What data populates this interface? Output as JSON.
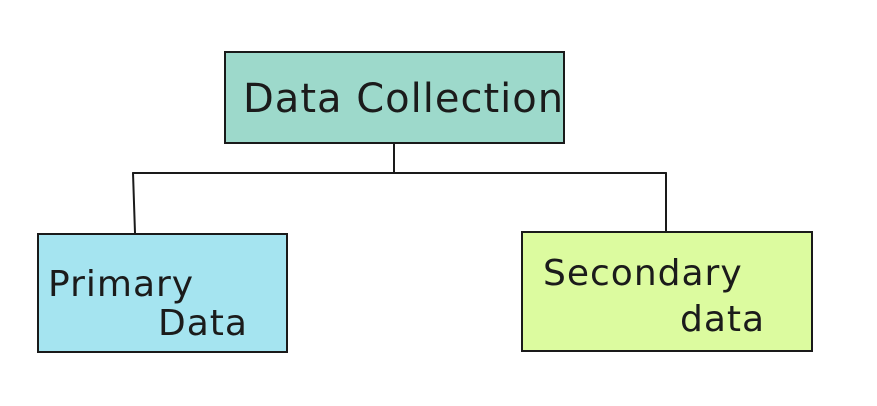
{
  "diagram": {
    "root": {
      "label": "Data Collection",
      "fill": "#9dd9cb"
    },
    "left_child": {
      "line1": "Primary",
      "line2": "Data",
      "fill": "#a5e4f0"
    },
    "right_child": {
      "line1": "Secondary",
      "line2": "data",
      "fill": "#dcfb9f"
    },
    "stroke_color": "#1a1a1a"
  }
}
